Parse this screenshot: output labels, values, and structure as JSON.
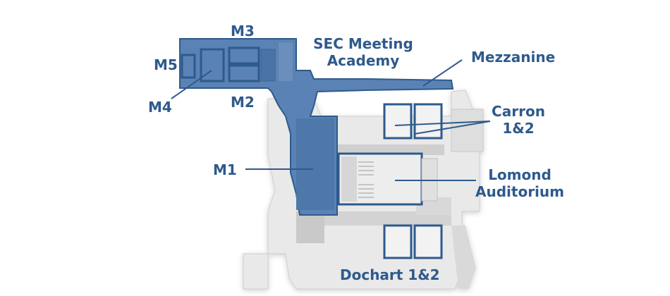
{
  "colors": {
    "accent": "#2e5a8c",
    "highlight_fill": "#5a82b4",
    "building": "#e6e6e6"
  },
  "labels": {
    "m3": "M3",
    "m5": "M5",
    "m4": "M4",
    "m2": "M2",
    "m1": "M1",
    "sec_line1": "SEC Meeting",
    "sec_line2": "Academy",
    "mezzanine": "Mezzanine",
    "carron_line1": "Carron",
    "carron_line2": "1&2",
    "lomond_line1": "Lomond",
    "lomond_line2": "Auditorium",
    "dochart": "Dochart 1&2"
  }
}
